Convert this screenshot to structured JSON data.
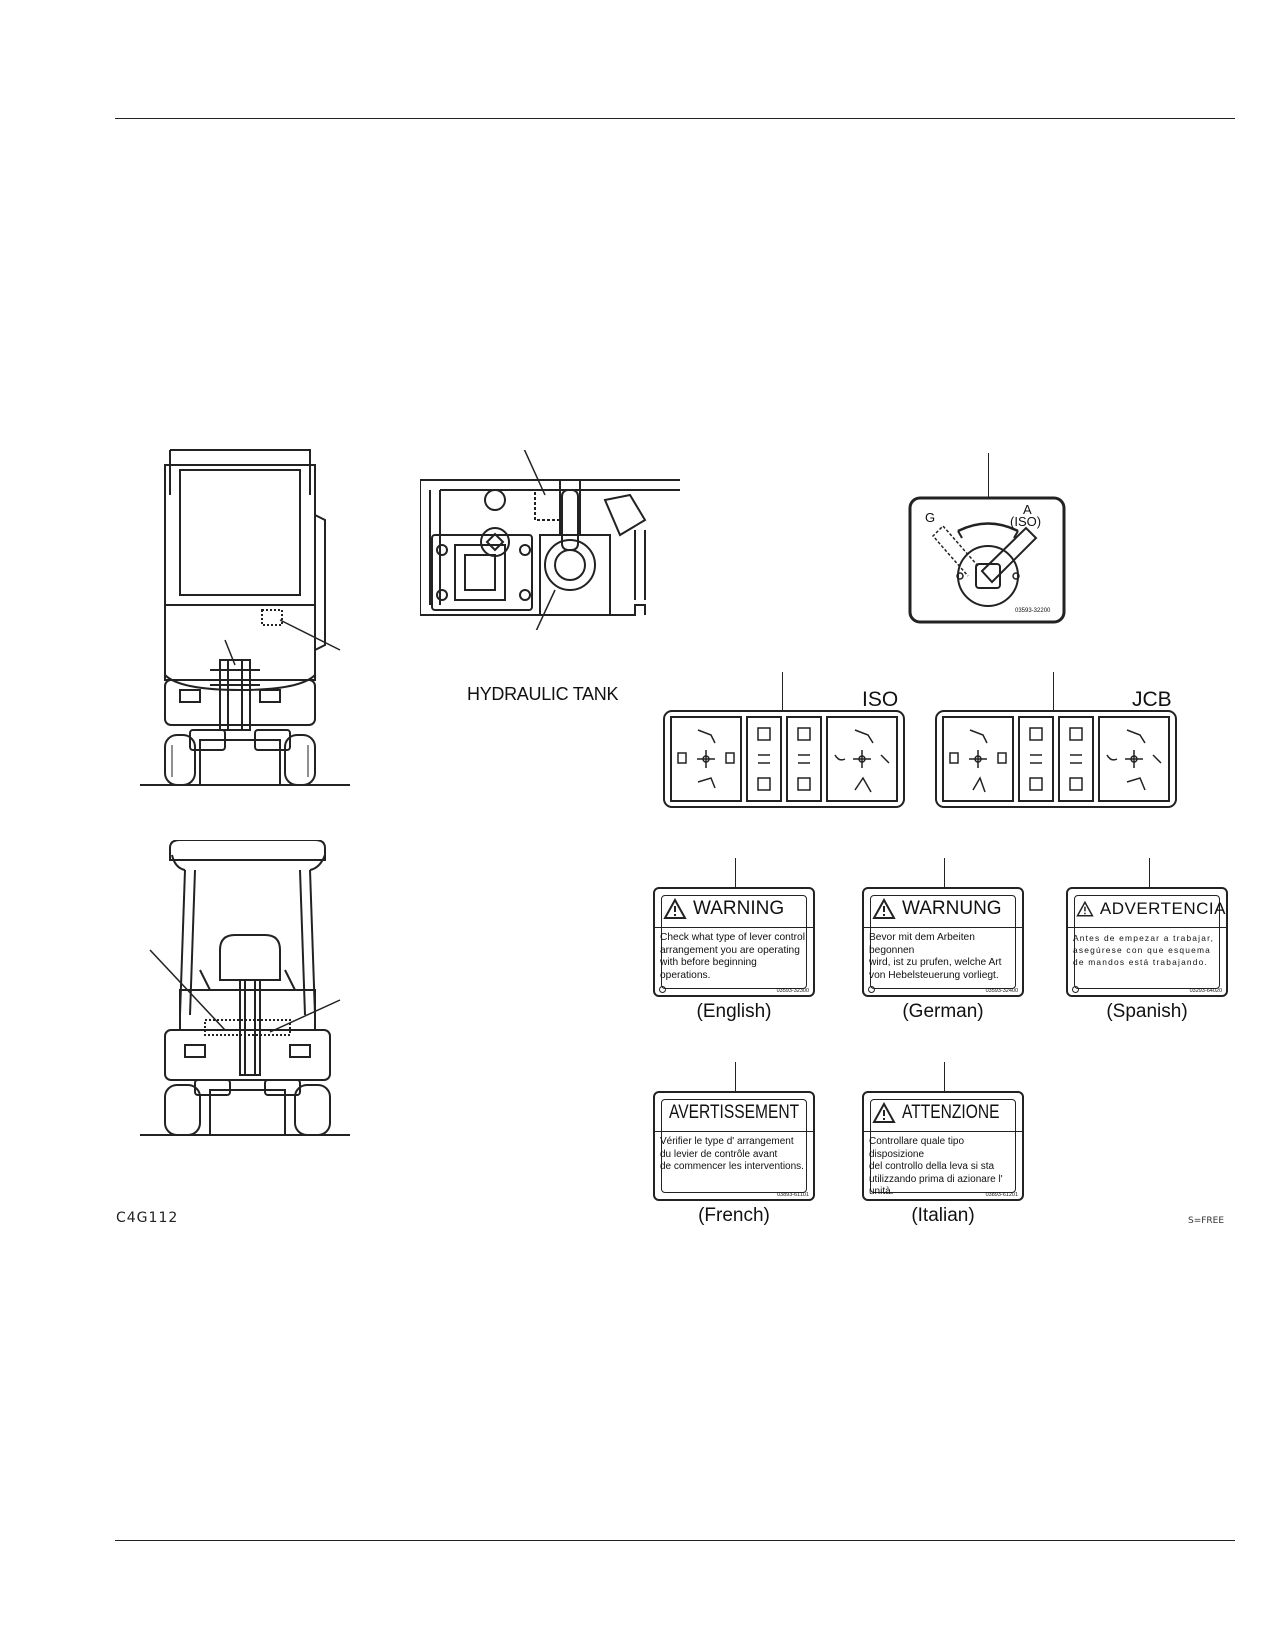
{
  "figure": {
    "code": "C4G112",
    "footer_mark": "S=FREE"
  },
  "callouts": {
    "hydraulic_tank": "HYDRAULIC TANK",
    "selector_plate": {
      "left_mark": "G",
      "right_mark": "A",
      "right_sub": "(ISO)",
      "part_no": "03593-32200"
    },
    "patterns": [
      {
        "label": "ISO"
      },
      {
        "label": "JCB"
      }
    ]
  },
  "warning_plates": [
    {
      "title": "WARNING",
      "lines": [
        "Check what type of lever control",
        "arrangement you are operating",
        "with before beginning operations."
      ],
      "code": "03593-32300",
      "caption": "(English)"
    },
    {
      "title": "WARNUNG",
      "lines": [
        "Bevor mit dem Arbeiten begonnen",
        "wird, ist zu prufen, welche Art",
        "von Hebelsteuerung vorliegt."
      ],
      "code": "03593-32400",
      "caption": "(German)"
    },
    {
      "title": "ADVERTENCIA",
      "lines": [
        "Antes de empezar a trabajar,",
        "asegúrese con que esquema",
        "de mandos está trabajando."
      ],
      "code": "03293-64020",
      "caption": "(Spanish)"
    },
    {
      "title": "AVERTISSEMENT",
      "lines": [
        "Vérifier le type d' arrangement",
        "du levier de contrôle avant",
        "de commencer les interventions."
      ],
      "code": "03893-61101",
      "caption": "(French)"
    },
    {
      "title": "ATTENZIONE",
      "lines": [
        "Controllare quale tipo disposizione",
        "del controllo della leva si sta",
        "utilizzando prima di azionare l' unità."
      ],
      "code": "03893-61201",
      "caption": "(Italian)"
    }
  ]
}
